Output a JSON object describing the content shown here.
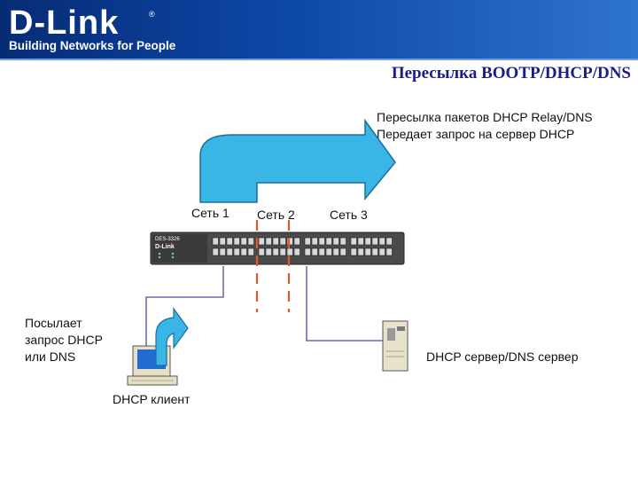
{
  "brand": {
    "logo": "D-Link",
    "tagline": "Building Networks for People",
    "registered": "®",
    "colors": {
      "header": "#0b3a8c",
      "title": "#1b1b8c",
      "arrow": "#3ab6e6",
      "dashed": "#e05a2b"
    }
  },
  "slide": {
    "title": "Пересылка BOOTP/DHCP/DNS"
  },
  "relay_description": {
    "line1": "Пересылка пакетов DHCP Relay/DNS",
    "line2": "Передает запрос на сервер DHCP"
  },
  "networks": [
    "Сеть 1",
    "Сеть 2",
    "Сеть 3"
  ],
  "switch": {
    "model": "DES-3326",
    "brand": "D-Link"
  },
  "client": {
    "request_line1": "Посылает",
    "request_line2": "запрос  DHCP",
    "request_line3": "или DNS",
    "label": "DHCP клиент"
  },
  "server": {
    "label": "DHCP сервер/DNS сервер"
  },
  "icons": [
    "relay-arrow-icon",
    "request-arrow-icon",
    "switch-icon",
    "computer-icon",
    "server-icon"
  ]
}
